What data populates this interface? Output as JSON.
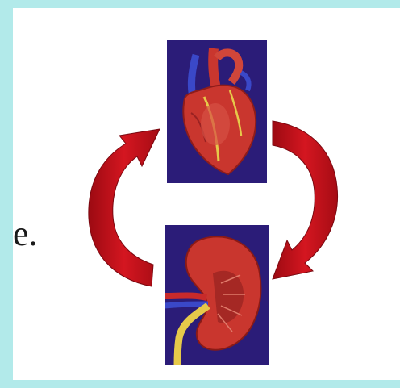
{
  "slide": {
    "visible_text_fragment": "e."
  },
  "images": {
    "heart": "heart-illustration",
    "kidney": "kidney-illustration"
  },
  "arrows": {
    "left": "cycle-arrow-up",
    "right": "cycle-arrow-down"
  },
  "colors": {
    "background": "#b2eaea",
    "panel": "#ffffff",
    "photo_background": "#2b1c78",
    "arrow": "#c8101a",
    "organ": "#c9362e"
  }
}
